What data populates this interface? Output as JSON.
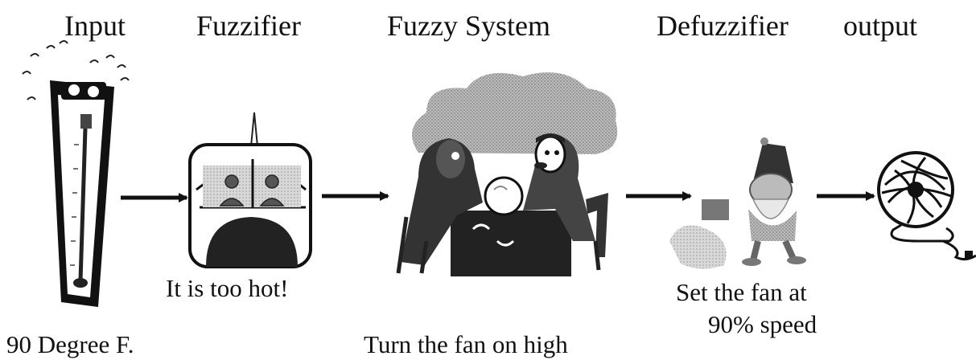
{
  "stages": {
    "input": "Input",
    "fuzzifier": "Fuzzifier",
    "fuzzy_system": "Fuzzy System",
    "defuzzifier": "Defuzzifier",
    "output": "output"
  },
  "captions": {
    "input_value": "90 Degree F.",
    "fuzzifier_statement": "It is too hot!",
    "fuzzy_system_rule": "Turn the fan on high",
    "defuzzifier_line1": "Set the fan at",
    "defuzzifier_line2": "90% speed"
  },
  "icons": [
    "thermometer-icon",
    "fuzzifier-pod-icon",
    "fortune-tellers-icon",
    "gnome-icon",
    "fan-icon",
    "arrow-right-icon"
  ]
}
